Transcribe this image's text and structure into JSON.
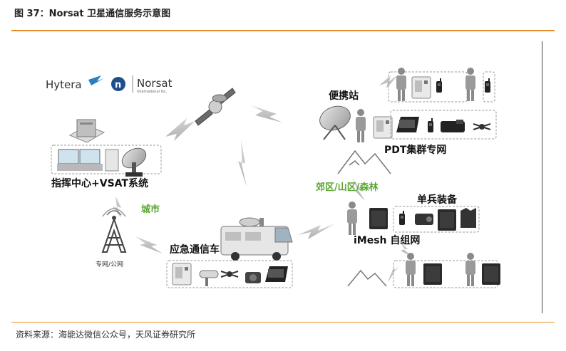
{
  "figure": {
    "title": "图 37：Norsat 卫星通信服务示意图",
    "source": "资料来源：海能达微信公众号，天风证券研究所"
  },
  "logos": {
    "hytera": "Hytera",
    "norsat": "Norsat",
    "norsat_sub": "International Inc."
  },
  "labels": {
    "command_center": "指挥中心+VSAT系统",
    "city": "城市",
    "private_public_network": "专网/公网",
    "emergency_vehicle": "应急通信车",
    "portable_station": "便携站",
    "pdt_cluster": "PDT集群专网",
    "rural_area": "郊区/山区/森林",
    "single_soldier": "单兵装备",
    "imesh": "iMesh 自组网"
  },
  "colors": {
    "accent": "#e8912b",
    "green_label": "#5aa632",
    "equipment": "#555555"
  }
}
